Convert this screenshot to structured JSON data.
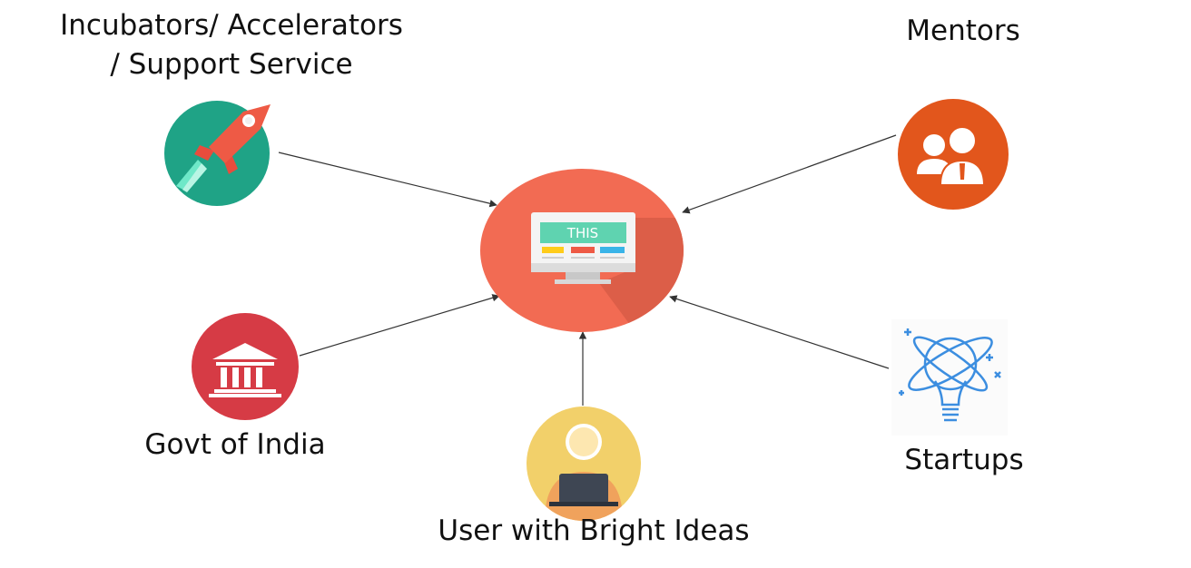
{
  "nodes": {
    "center": {
      "label": "THIS",
      "icon": "monitor-icon",
      "color": "#f26b53"
    },
    "incubators": {
      "label_line1": "Incubators/ Accelerators",
      "label_line2": "/ Support Service",
      "icon": "rocket-icon",
      "color": "#1fa386"
    },
    "mentors": {
      "label": "Mentors",
      "icon": "people-icon",
      "color": "#e2561c"
    },
    "govt": {
      "label": "Govt of India",
      "icon": "government-building-icon",
      "color": "#d63b45"
    },
    "user": {
      "label": "User with Bright Ideas",
      "icon": "user-laptop-icon",
      "color": "#f2d06a"
    },
    "startups": {
      "label": "Startups",
      "icon": "lightbulb-icon",
      "color": "#3c8ee0"
    }
  },
  "edges": [
    {
      "from": "incubators",
      "to": "center"
    },
    {
      "from": "mentors",
      "to": "center"
    },
    {
      "from": "govt",
      "to": "center"
    },
    {
      "from": "user",
      "to": "center"
    },
    {
      "from": "startups",
      "to": "center"
    }
  ]
}
